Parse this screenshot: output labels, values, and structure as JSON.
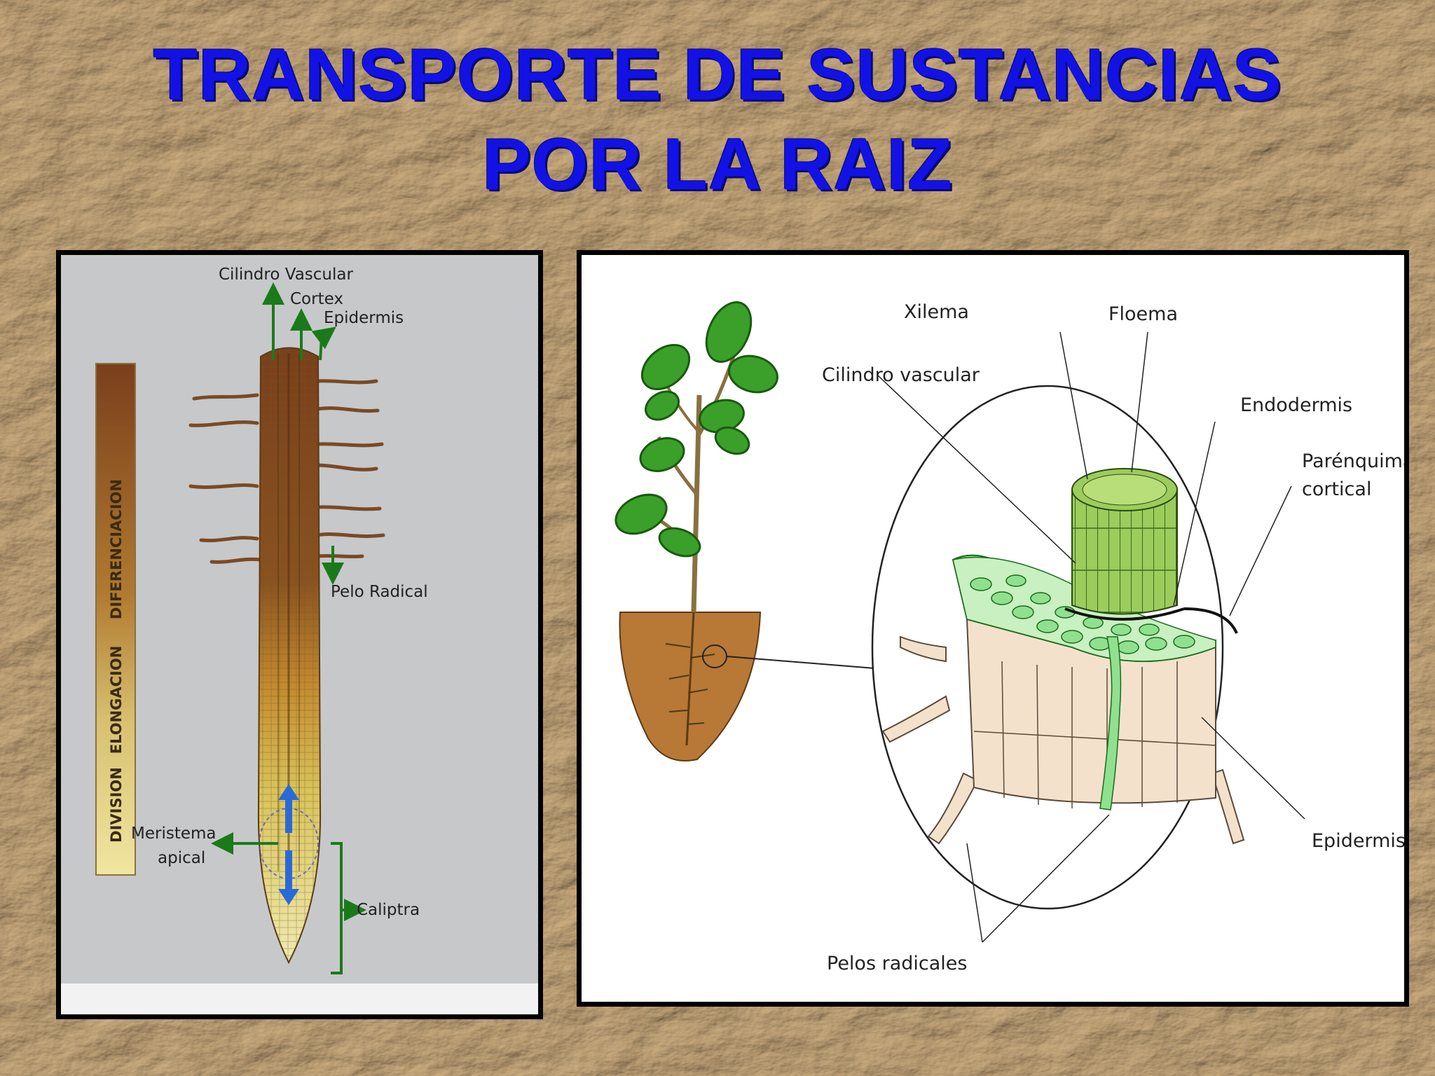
{
  "title": {
    "line1": "TRANSPORTE DE SUSTANCIAS",
    "line2": "POR LA RAIZ"
  },
  "left_diagram": {
    "labels": {
      "cilindro_vascular": "Cilindro Vascular",
      "cortex": "Cortex",
      "epidermis": "Epidermis",
      "pelo_radical": "Pelo Radical",
      "meristema_1": "Meristema",
      "meristema_2": "apical",
      "caliptra": "Caliptra"
    },
    "zones": {
      "diferenciacion": "DIFERENCIACION",
      "elongacion": "ELONGACION",
      "division": "DIVISION"
    }
  },
  "right_diagram": {
    "labels": {
      "xilema": "Xilema",
      "floema": "Floema",
      "cilindro_vascular": "Cilindro vascular",
      "endodermis": "Endodermis",
      "parenquima_1": "Parénquima",
      "parenquima_2": "cortical",
      "epidermis": "Epidermis",
      "pelos_radicales": "Pelos radicales"
    }
  },
  "colors": {
    "title": "#1212e6",
    "arrow_green": "#1a7a1a",
    "arrow_blue": "#2a6ad6",
    "leaf_green": "#3aa02a",
    "cell_green": "#8fe08f"
  }
}
